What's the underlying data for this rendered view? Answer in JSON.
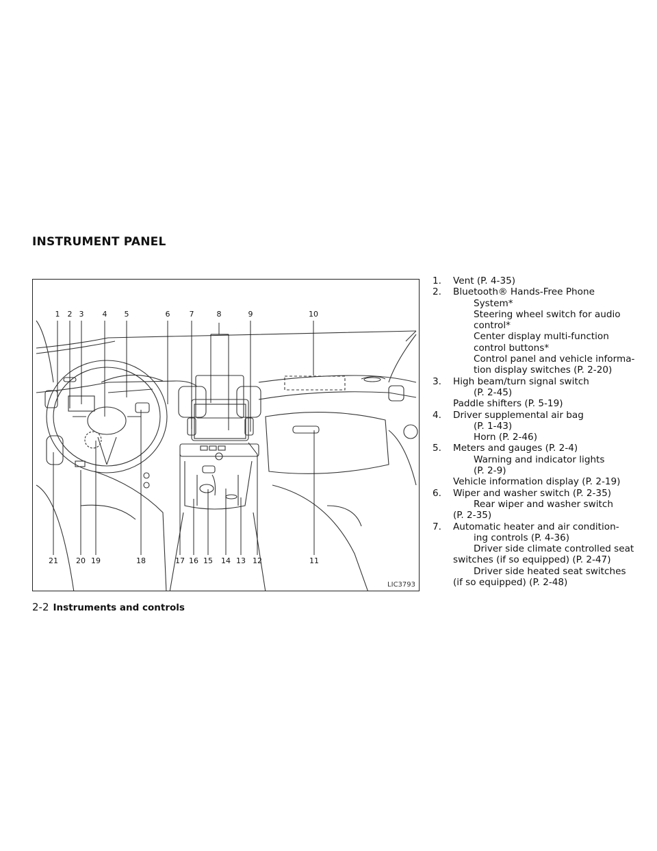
{
  "section_title": "INSTRUMENT PANEL",
  "figure": {
    "id": "LIC3793",
    "callouts_top": [
      "1",
      "2",
      "3",
      "4",
      "5",
      "6",
      "7",
      "8",
      "9",
      "10"
    ],
    "callouts_bottom": [
      "21",
      "20",
      "19",
      "18",
      "17",
      "16",
      "15",
      "14",
      "13",
      "12",
      "11"
    ]
  },
  "items": [
    {
      "num": "1.",
      "lines": [
        "Vent (P. 4-35)"
      ]
    },
    {
      "num": "2.",
      "lines": [
        "Bluetooth® Hands-Free Phone",
        "System*",
        "Steering wheel switch for audio",
        "control*",
        "Center display multi-function",
        "control buttons*",
        "Control panel and vehicle informa-",
        "tion display switches (P. 2-20)"
      ]
    },
    {
      "num": "3.",
      "lines": [
        "High beam/turn signal switch",
        "(P. 2-45)",
        "Paddle shifters (P. 5-19)"
      ]
    },
    {
      "num": "4.",
      "lines": [
        "Driver supplemental air bag",
        "(P. 1-43)",
        "Horn (P. 2-46)"
      ]
    },
    {
      "num": "5.",
      "lines": [
        "Meters and gauges (P. 2-4)",
        "Warning and indicator lights",
        "(P. 2-9)",
        "Vehicle information display (P. 2-19)"
      ]
    },
    {
      "num": "6.",
      "lines": [
        "Wiper and washer switch (P. 2-35)",
        "Rear wiper and washer switch",
        "(P. 2-35)"
      ]
    },
    {
      "num": "7.",
      "lines": [
        "Automatic heater and air condition-",
        "ing controls (P. 4-36)",
        "Driver side climate controlled seat",
        "switches (if so equipped) (P. 2-47)",
        "Driver side heated seat switches",
        "(if so equipped) (P. 2-48)"
      ]
    }
  ],
  "footer": {
    "page": "2-2",
    "section": "Instruments and controls"
  }
}
